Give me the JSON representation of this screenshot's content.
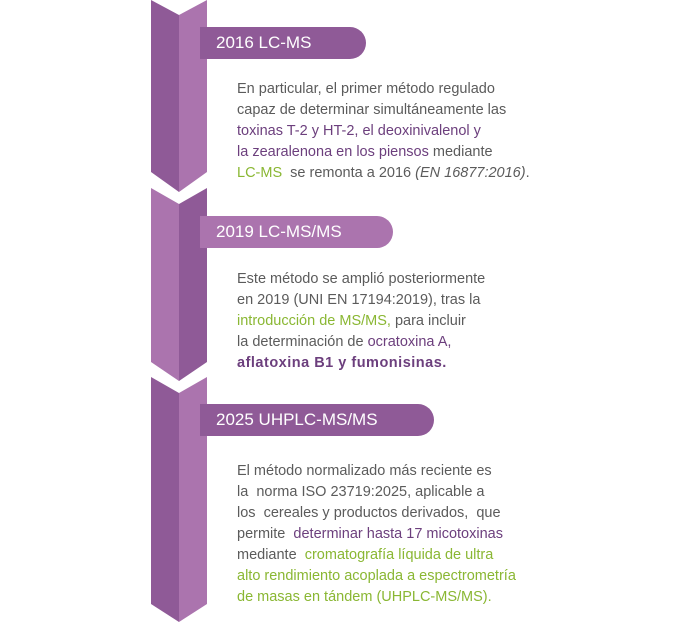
{
  "colors": {
    "ribbon_dark": "#8f5a97",
    "ribbon_light": "#ab74ae",
    "text_gray": "#5b5b5b",
    "text_purple": "#6c3f7d",
    "text_green": "#8ab733"
  },
  "timeline": [
    {
      "title": "2016 LC-MS",
      "lines": [
        [
          {
            "t": "En particular, el primer método regulado"
          }
        ],
        [
          {
            "t": "capaz de determinar simultáneamente las"
          }
        ],
        [
          {
            "t": "toxinas T-2 y HT-2, el deoxinivalenol y"
          }
        ],
        [
          {
            "t": "la zearalenona en los piensos"
          },
          {
            "t": " mediante"
          }
        ],
        [
          {
            "t": "LC-MS"
          },
          {
            "t": "  se remonta a 2016 "
          },
          {
            "t": "(EN 16877:2016)"
          },
          {
            "t": "."
          }
        ]
      ]
    },
    {
      "title": "2019 LC-MS/MS",
      "lines": [
        [
          {
            "t": "Este método se amplió posteriormente"
          }
        ],
        [
          {
            "t": "en 2019 (UNI EN 17194:2019), tras la"
          }
        ],
        [
          {
            "t": "introducción de MS/MS,"
          },
          {
            "t": " para incluir"
          }
        ],
        [
          {
            "t": "la determinación de "
          },
          {
            "t": "ocratoxina A,"
          }
        ],
        [
          {
            "t": "aflatoxina B1 y fumonisinas."
          }
        ]
      ]
    },
    {
      "title": "2025 UHPLC-MS/MS",
      "lines": [
        [
          {
            "t": "El método normalizado más reciente es"
          }
        ],
        [
          {
            "t": "la  norma ISO 23719:2025, aplicable a"
          }
        ],
        [
          {
            "t": "los  cereales y productos derivados,  que"
          }
        ],
        [
          {
            "t": "permite  "
          },
          {
            "t": "determinar hasta 17 micotoxinas"
          }
        ],
        [
          {
            "t": "mediante  "
          },
          {
            "t": "cromatografía líquida de ultra"
          }
        ],
        [
          {
            "t": "alto rendimiento acoplada a espectrometría"
          }
        ],
        [
          {
            "t": "de masas en tándem (UHPLC-MS/MS)."
          }
        ]
      ]
    }
  ]
}
